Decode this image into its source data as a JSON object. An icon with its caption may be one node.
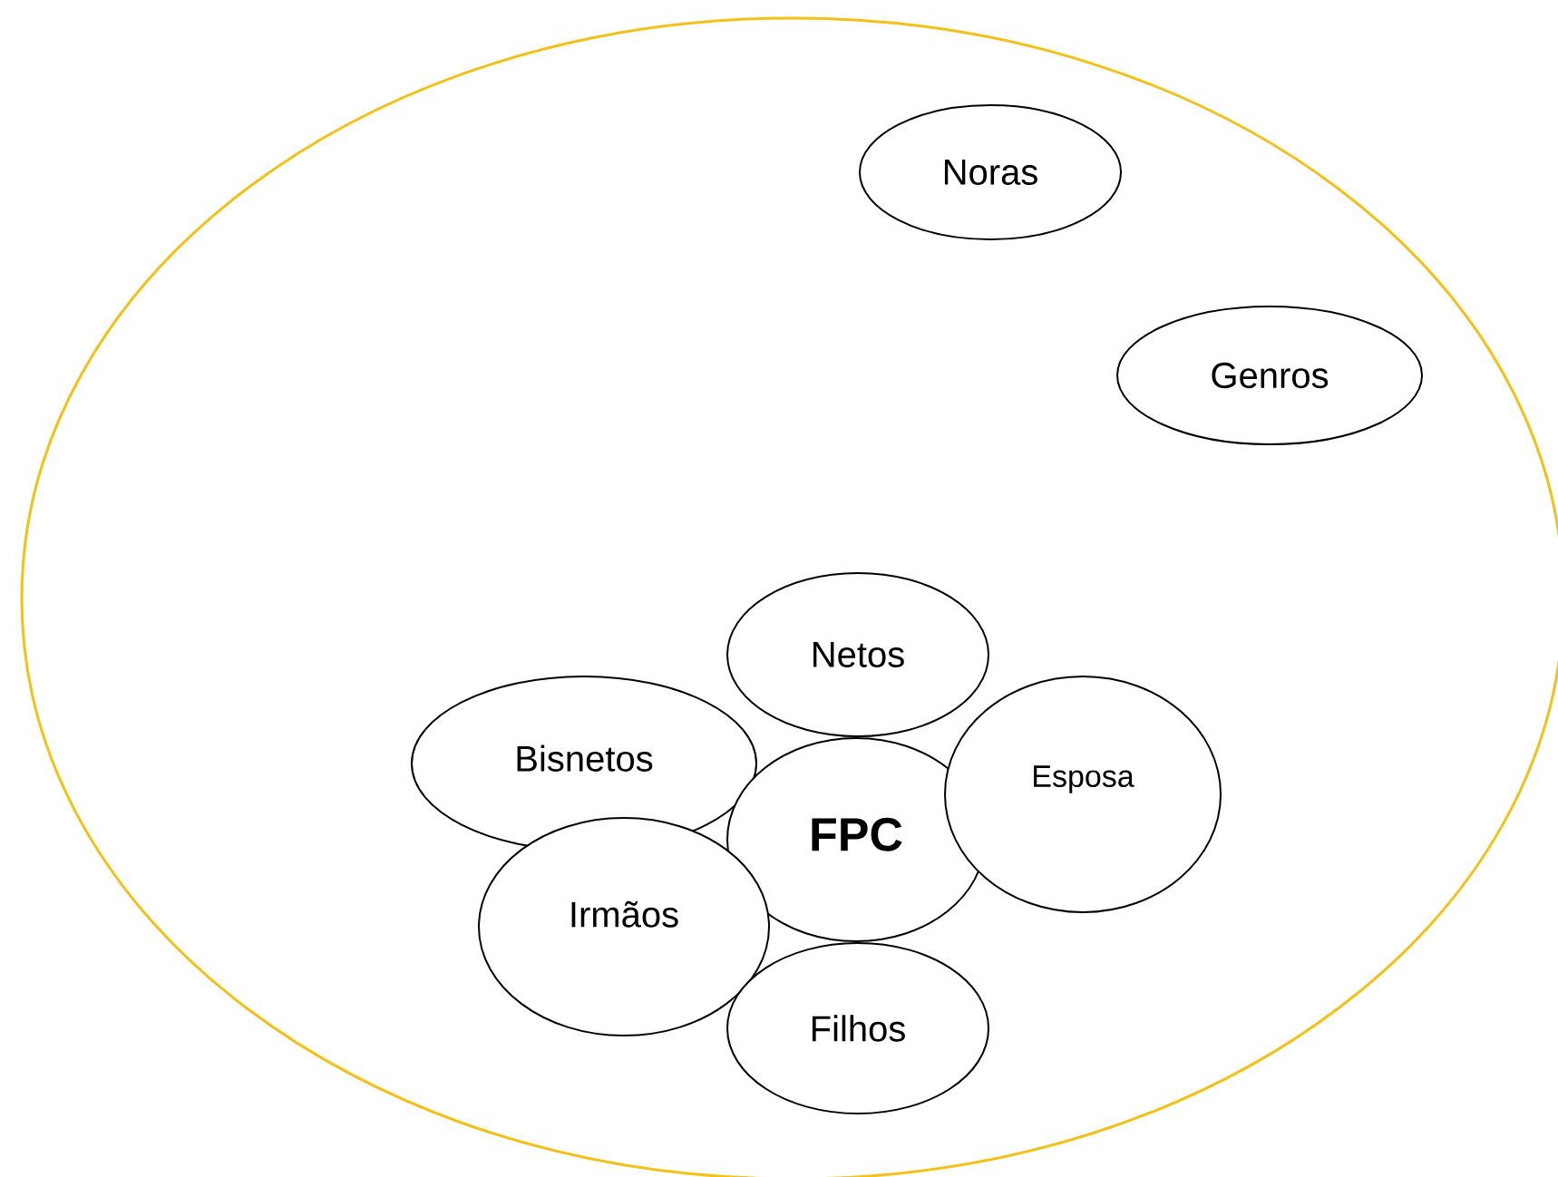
{
  "diagram": {
    "nodes": [
      {
        "text": [],
        "shape": "ellipse"
      },
      {
        "text": [
          "Noras"
        ],
        "in": 0
      },
      {
        "text": [
          "Genros"
        ],
        "in": 0
      },
      {
        "text": [
          "Netos"
        ],
        "in": 0
      },
      {
        "text": [
          "Bisnetos"
        ],
        "in": 0
      },
      {
        "text": [
          "FPC"
        ],
        "in": 0
      },
      {
        "text": [
          "Esposa"
        ],
        "in": 0
      },
      {
        "text": [
          "Irmãos"
        ],
        "in": 0
      },
      {
        "text": [
          "Filhos"
        ],
        "in": 0
      }
    ]
  }
}
